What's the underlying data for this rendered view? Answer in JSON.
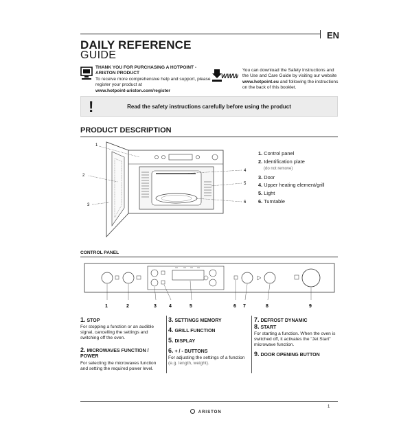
{
  "header": {
    "language": "EN",
    "title_line1": "DAILY REFERENCE",
    "title_line2": "GUIDE"
  },
  "info": {
    "left_bold": "THANK YOU FOR PURCHASING A HOTPOINT - ARISTON PRODUCT",
    "left_text": "To receive more comprehensive help and support, please register your product at",
    "left_url": "www.hotpoint-ariston.com/register",
    "right_icon_text": "WWW",
    "right_text_1": "You can download the Safety Instructions and the Use and Care Guide by visiting our website",
    "right_url": "www.hotpoint.eu",
    "right_text_2": "and following the instructions on the back of this booklet."
  },
  "warning": {
    "mark": "!",
    "text": "Read the safety instructions carefully before using the product"
  },
  "product": {
    "heading": "PRODUCT DESCRIPTION",
    "callouts": [
      "1",
      "2",
      "3",
      "4",
      "5",
      "6"
    ],
    "parts": [
      {
        "num": "1.",
        "label": "Control panel"
      },
      {
        "num": "2.",
        "label": "Identification plate"
      },
      {
        "num": "",
        "label": "(do not remove)"
      },
      {
        "num": "3.",
        "label": "Door"
      },
      {
        "num": "4.",
        "label": "Upper heating element/grill"
      },
      {
        "num": "5.",
        "label": "Light"
      },
      {
        "num": "6.",
        "label": "Turntable"
      }
    ]
  },
  "control_panel": {
    "heading": "CONTROL PANEL",
    "callouts": [
      "1",
      "2",
      "3",
      "4",
      "5",
      "6",
      "7",
      "8",
      "9"
    ]
  },
  "descriptions": {
    "d1": {
      "num": "1.",
      "title": "STOP",
      "text": "For stopping a function or an audible signal, cancelling the settings and switching off the oven."
    },
    "d2": {
      "num": "2.",
      "title": "MICROWAVES FUNCTION / POWER",
      "text": "For selecting the microwaves function and setting the required power level."
    },
    "d3": {
      "num": "3.",
      "title": "SETTINGS MEMORY"
    },
    "d4": {
      "num": "4.",
      "title": "GRILL FUNCTION"
    },
    "d5": {
      "num": "5.",
      "title": "DISPLAY"
    },
    "d6": {
      "num": "6.",
      "title": "+ / - BUTTONS",
      "text": "For adjusting the settings of a function",
      "text_grey": "(e.g. length, weight)."
    },
    "d7": {
      "num": "7.",
      "title": "DEFROST DYNAMIC"
    },
    "d8": {
      "num": "8.",
      "title": "START",
      "text": "For starting a function. When the oven is switched off, it activates the \"Jet Start\" microwave function."
    },
    "d9": {
      "num": "9.",
      "title": "DOOR OPENING BUTTON"
    }
  },
  "footer": {
    "page_number": "1",
    "brand": "ARISTON"
  }
}
